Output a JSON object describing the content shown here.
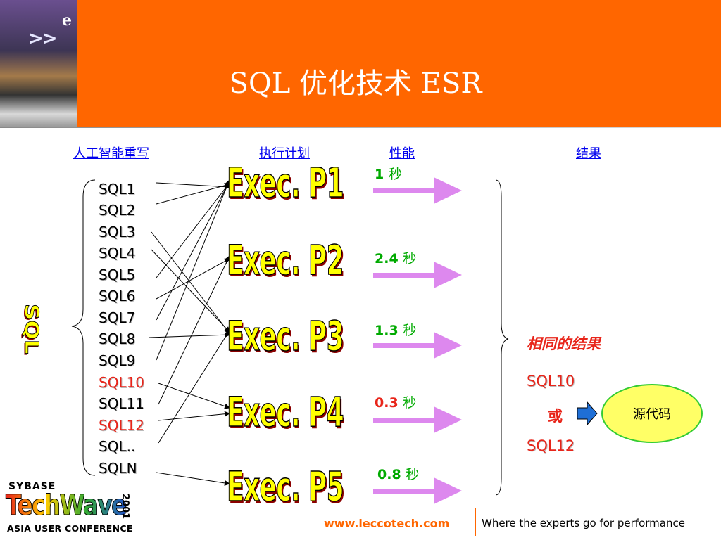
{
  "header": {
    "title": "SQL 优化技术 ESR"
  },
  "columns": {
    "rewrite": "人工智能重写",
    "plan": "执行计划",
    "performance": "性能",
    "result": "结果"
  },
  "sql_label": "SQL",
  "sql_items": [
    "SQL1",
    "SQL2",
    "SQL3",
    "SQL4",
    "SQL5",
    "SQL6",
    "SQL7",
    "SQL8",
    "SQL9",
    "SQL10",
    "SQL11",
    "SQL12",
    "SQL..",
    "SQLN"
  ],
  "exec_plans": [
    "Exec. P1",
    "Exec. P2",
    "Exec. P3",
    "Exec. P4",
    "Exec. P5"
  ],
  "perf": [
    {
      "value": "1",
      "unit": "秒"
    },
    {
      "value": "2.4",
      "unit": "秒"
    },
    {
      "value": "1.3",
      "unit": "秒"
    },
    {
      "value": "0.3",
      "unit": "秒"
    },
    {
      "value": "0.8",
      "unit": "秒"
    }
  ],
  "result": {
    "same_result": "相同的结果",
    "sql_a": "SQL10",
    "or": "或",
    "sql_b": "SQL12",
    "source_code": "源代码"
  },
  "footer": {
    "url": "www.leccotech.com",
    "tagline": "Where the experts go for performance"
  },
  "logo": {
    "sybase": "SYBASE",
    "techwave": "TechWave",
    "year": "2001",
    "conference": "ASIA USER CONFERENCE"
  },
  "header_photo": {
    "letter": "e",
    "arrows": ">>"
  },
  "colors": {
    "header": "#ff6600",
    "accent_red": "#e8251a",
    "perf_green": "#00aa00",
    "arrow_violet": "#dd88ee",
    "link_blue": "#0000ee",
    "exec_yellow": "#ffff00"
  }
}
